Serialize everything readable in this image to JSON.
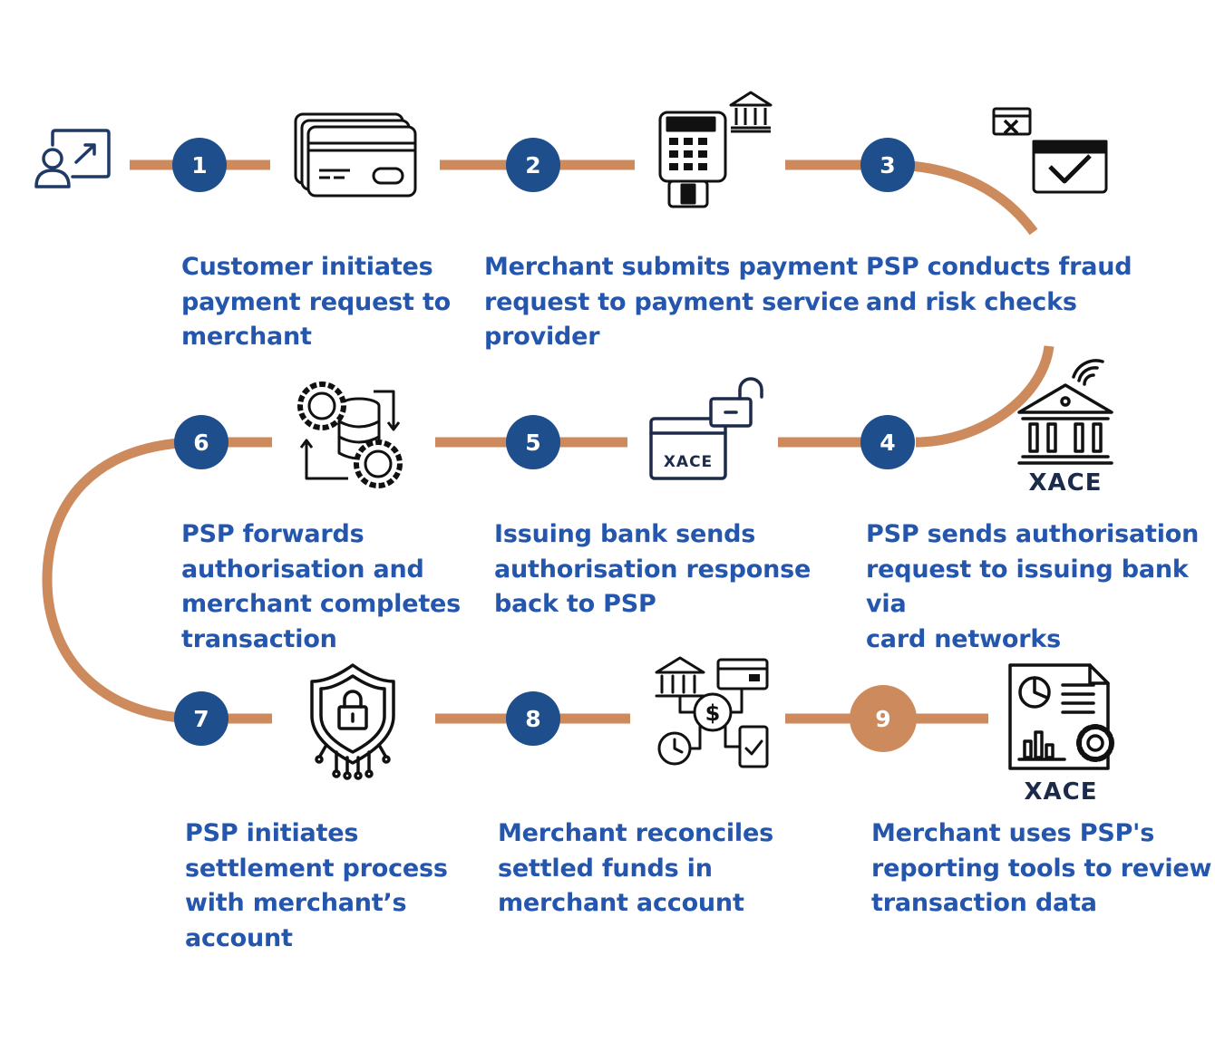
{
  "colors": {
    "connector": "#cd8a5c",
    "node": "#1f4e8c",
    "final_node": "#cd8a5c",
    "label_text": "#2456ad",
    "icon": "#111111",
    "customer_icon": "#1f3a66"
  },
  "brand": "XACE",
  "steps": [
    {
      "number": "1",
      "label": "Customer initiates\npayment request to\nmerchant",
      "icon": "credit-cards-icon"
    },
    {
      "number": "2",
      "label": "Merchant submits payment\nrequest to payment service\nprovider",
      "icon": "card-terminal-bank-icon"
    },
    {
      "number": "3",
      "label": "PSP conducts fraud\nand risk checks",
      "icon": "card-check-icon"
    },
    {
      "number": "4",
      "label": "PSP sends authorisation\nrequest to issuing bank via\ncard networks",
      "icon": "bank-wifi-icon"
    },
    {
      "number": "5",
      "label": "Issuing bank sends\nauthorisation response\nback to PSP",
      "icon": "card-unlock-icon"
    },
    {
      "number": "6",
      "label": "PSP forwards\nauthorisation and\nmerchant completes\ntransaction",
      "icon": "database-gears-icon"
    },
    {
      "number": "7",
      "label": "PSP initiates\nsettlement process\nwith merchant’s\naccount",
      "icon": "security-shield-icon"
    },
    {
      "number": "8",
      "label": "Merchant reconciles\nsettled funds in\nmerchant account",
      "icon": "funds-network-icon"
    },
    {
      "number": "9",
      "label": "Merchant uses PSP's\nreporting tools to review\ntransaction data",
      "icon": "report-document-icon"
    }
  ]
}
